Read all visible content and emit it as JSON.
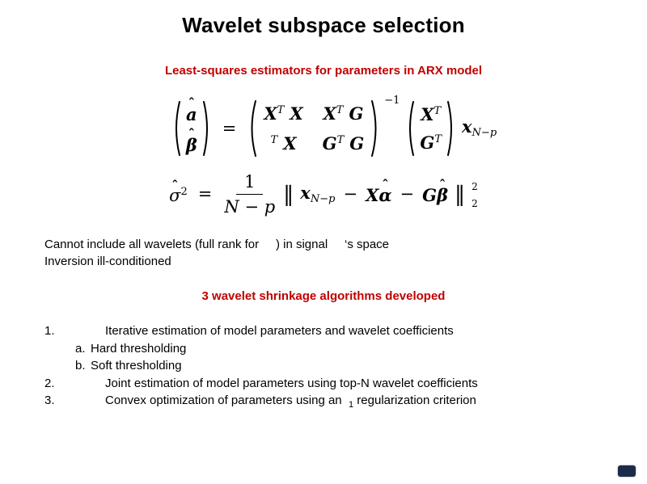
{
  "slide": {
    "title": "Wavelet subspace selection",
    "subtitle": "Least-squares estimators for parameters in ARX model",
    "notes": {
      "line1": "Cannot include all wavelets (full rank for     ) in signal     ‘s space",
      "line2": "Inversion ill-conditioned"
    },
    "heading2": "3 wavelet shrinkage algorithms developed",
    "list": {
      "item1": {
        "marker": "1.",
        "text": "Iterative estimation of model parameters and wavelet coefficients"
      },
      "item1a": {
        "marker": "a.",
        "text": "Hard thresholding"
      },
      "item1b": {
        "marker": "b.",
        "text": "Soft thresholding"
      },
      "item2": {
        "marker": "2.",
        "text": "Joint estimation of model parameters using top-N wavelet coefficients"
      },
      "item3": {
        "marker": "3.",
        "text_before": "Convex optimization of parameters using an  ",
        "sub": "1",
        "text_after": " regularization criterion"
      }
    }
  },
  "symbols": {
    "hat": "ˆ"
  },
  "eq1": {
    "a": "a",
    "beta": "β",
    "equals": "=",
    "m": [
      [
        "X",
        "X"
      ],
      [
        "X",
        "G"
      ],
      [
        "G",
        "X"
      ],
      [
        "G",
        "G"
      ]
    ],
    "sup_T": "T",
    "inv": "−1",
    "col": [
      "X",
      "G"
    ],
    "x": "x",
    "x_sub": "N−p"
  },
  "eq2": {
    "sigma": "σ",
    "sigma_sup": "2",
    "equals": "=",
    "num": "1",
    "den": "N − p",
    "norm_open": "‖",
    "x": "x",
    "x_sub": "N−p",
    "minus1": "−",
    "X": "X",
    "alpha": "α",
    "minus2": "−",
    "G": "G",
    "beta": "β",
    "norm_close": "‖",
    "sup": "2",
    "sub": "2"
  }
}
